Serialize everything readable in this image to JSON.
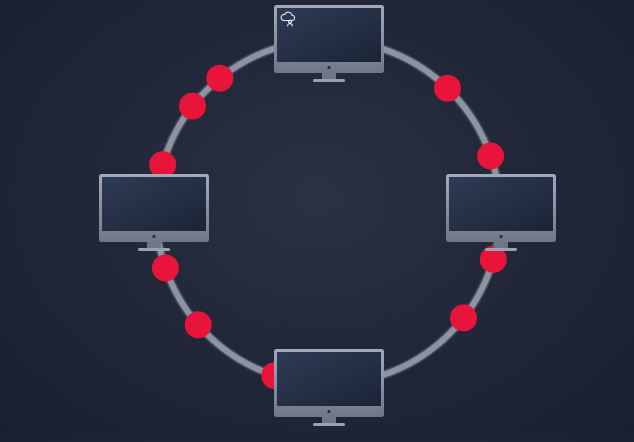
{
  "diagram": {
    "type": "ring-network-topology",
    "nodes": [
      {
        "id": "top",
        "device": "monitor",
        "badge_icon": "cloud-user-icon"
      },
      {
        "id": "right",
        "device": "monitor",
        "badge_icon": null
      },
      {
        "id": "bottom",
        "device": "monitor",
        "badge_icon": null
      },
      {
        "id": "left",
        "device": "monitor",
        "badge_icon": null
      }
    ],
    "link_dots_count": 10,
    "colors": {
      "background": "#222839",
      "ring": "#8d93a1",
      "dot": "#e8143a",
      "monitor_bezel": "#8a93a6",
      "screen": "#243047",
      "badge_stroke": "#e6ebf2"
    }
  }
}
